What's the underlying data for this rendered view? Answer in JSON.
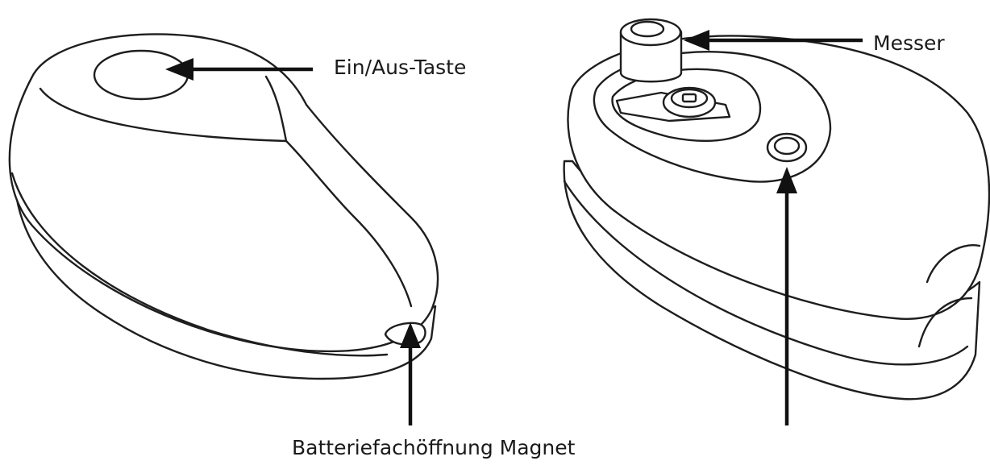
{
  "labels": {
    "power_button": "Ein/Aus-Taste",
    "knife": "Messer",
    "bottom": "Batteriefachöffnung Magnet"
  },
  "colors": {
    "line": "#1e1e1e",
    "background": "#ffffff"
  }
}
